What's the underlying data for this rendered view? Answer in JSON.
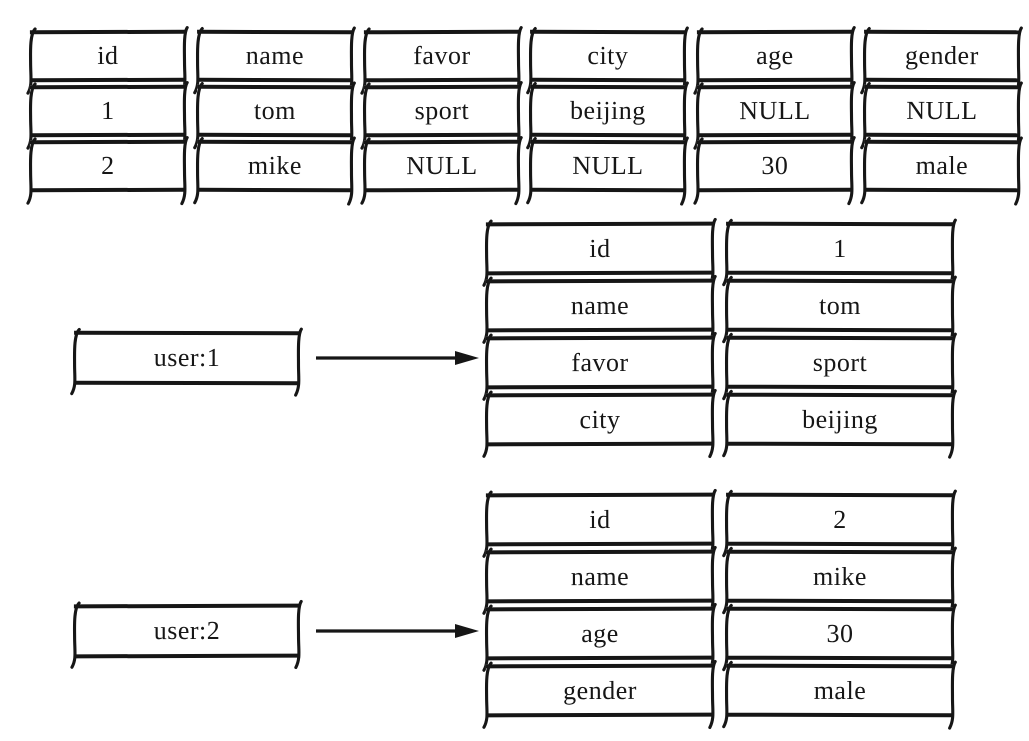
{
  "colors": {
    "ink": "#161616",
    "background": "#ffffff"
  },
  "relational_table": {
    "headers": [
      "id",
      "name",
      "favor",
      "city",
      "age",
      "gender"
    ],
    "rows": [
      [
        "1",
        "tom",
        "sport",
        "beijing",
        "NULL",
        "NULL"
      ],
      [
        "2",
        "mike",
        "NULL",
        "NULL",
        "30",
        "male"
      ]
    ]
  },
  "hash_mappings": [
    {
      "key": "user:1",
      "fields": [
        {
          "name": "id",
          "value": "1"
        },
        {
          "name": "name",
          "value": "tom"
        },
        {
          "name": "favor",
          "value": "sport"
        },
        {
          "name": "city",
          "value": "beijing"
        }
      ]
    },
    {
      "key": "user:2",
      "fields": [
        {
          "name": "id",
          "value": "2"
        },
        {
          "name": "name",
          "value": "mike"
        },
        {
          "name": "age",
          "value": "30"
        },
        {
          "name": "gender",
          "value": "male"
        }
      ]
    }
  ]
}
